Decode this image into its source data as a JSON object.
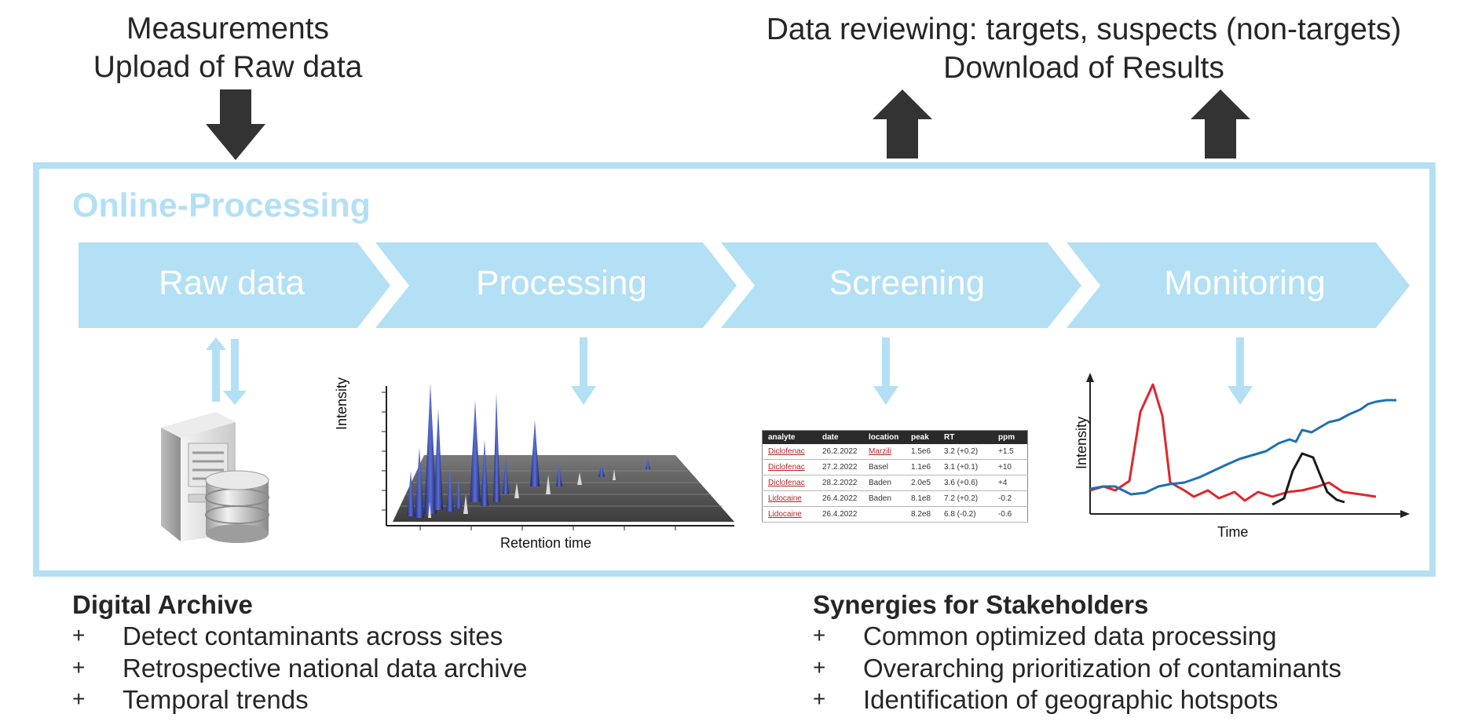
{
  "top_left": {
    "line1": "Measurements",
    "line2": "Upload of Raw data"
  },
  "top_right": {
    "line1": "Data reviewing: targets, suspects (non-targets)",
    "line2": "Download of Results"
  },
  "panel": {
    "title": "Online-Processing"
  },
  "steps": [
    {
      "label": "Raw data"
    },
    {
      "label": "Processing"
    },
    {
      "label": "Screening"
    },
    {
      "label": "Monitoring"
    }
  ],
  "processing_plot": {
    "ylabel": "Intensity",
    "xlabel": "Retention time"
  },
  "monitoring_plot": {
    "ylabel": "Intensity",
    "xlabel": "Time"
  },
  "results_table": {
    "headers": [
      "analyte",
      "date",
      "location",
      "peak",
      "RT",
      "ppm"
    ],
    "rows": [
      [
        "Diclofenac",
        "26.2.2022",
        "Marzili",
        "1.5e6",
        "3.2 (+0.2)",
        "+1.5"
      ],
      [
        "Diclofenac",
        "27.2.2022",
        "Basel",
        "1.1e6",
        "3.1 (+0.1)",
        "+10"
      ],
      [
        "Diclofenac",
        "28.2.2022",
        "Baden",
        "2.0e5",
        "3.6 (+0.6)",
        "+4"
      ],
      [
        "Lidocaine",
        "26.4.2022",
        "Baden",
        "8.1e8",
        "7.2 (+0.2)",
        "-0.2"
      ],
      [
        "Lidocaine",
        "26.4.2022",
        "",
        "8.2e8",
        "6.8 (-0.2)",
        "-0.6"
      ]
    ]
  },
  "digital_archive": {
    "title": "Digital Archive",
    "bullet": "+",
    "items": [
      "Detect contaminants across sites",
      "Retrospective national data archive",
      "Temporal trends"
    ]
  },
  "synergies": {
    "title": "Synergies for Stakeholders",
    "bullet": "+",
    "items": [
      "Common optimized data processing",
      "Overarching prioritization of contaminants",
      "Identification of geographic hotspots"
    ]
  },
  "colors": {
    "accent_light": "#b3e0f5",
    "arrow_dark": "#333333",
    "text": "#262626",
    "line_red": "#e0262d",
    "line_blue": "#1f6fb5",
    "line_black": "#1a1a1a"
  },
  "icons": {
    "server": "server-database-icon"
  }
}
